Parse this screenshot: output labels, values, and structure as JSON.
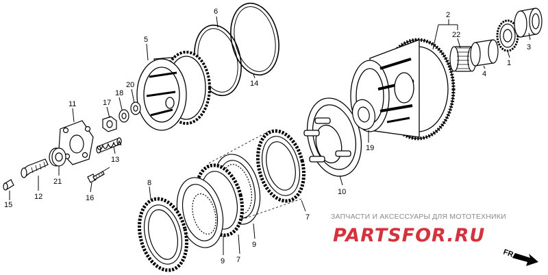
{
  "labels": {
    "p1": "1",
    "p2": "2",
    "p3": "3",
    "p4": "4",
    "p5": "5",
    "p6": "6",
    "p7a": "7",
    "p7b": "7",
    "p8": "8",
    "p9a": "9",
    "p9b": "9",
    "p10": "10",
    "p11": "11",
    "p12": "12",
    "p13": "13",
    "p14": "14",
    "p15": "15",
    "p16": "16",
    "p17": "17",
    "p18": "18",
    "p19": "19",
    "p20": "20",
    "p21": "21",
    "p22": "22"
  },
  "watermark": {
    "tagline": "ЗАПЧАСТИ И АКСЕССУАРЫ ДЛЯ МОТОТЕХНИКИ",
    "logo_part1": "PARTS",
    "logo_part2": "FOR",
    "logo_part3": ".RU",
    "logo_color": "#d4323d"
  },
  "direction": {
    "label": "FR."
  }
}
